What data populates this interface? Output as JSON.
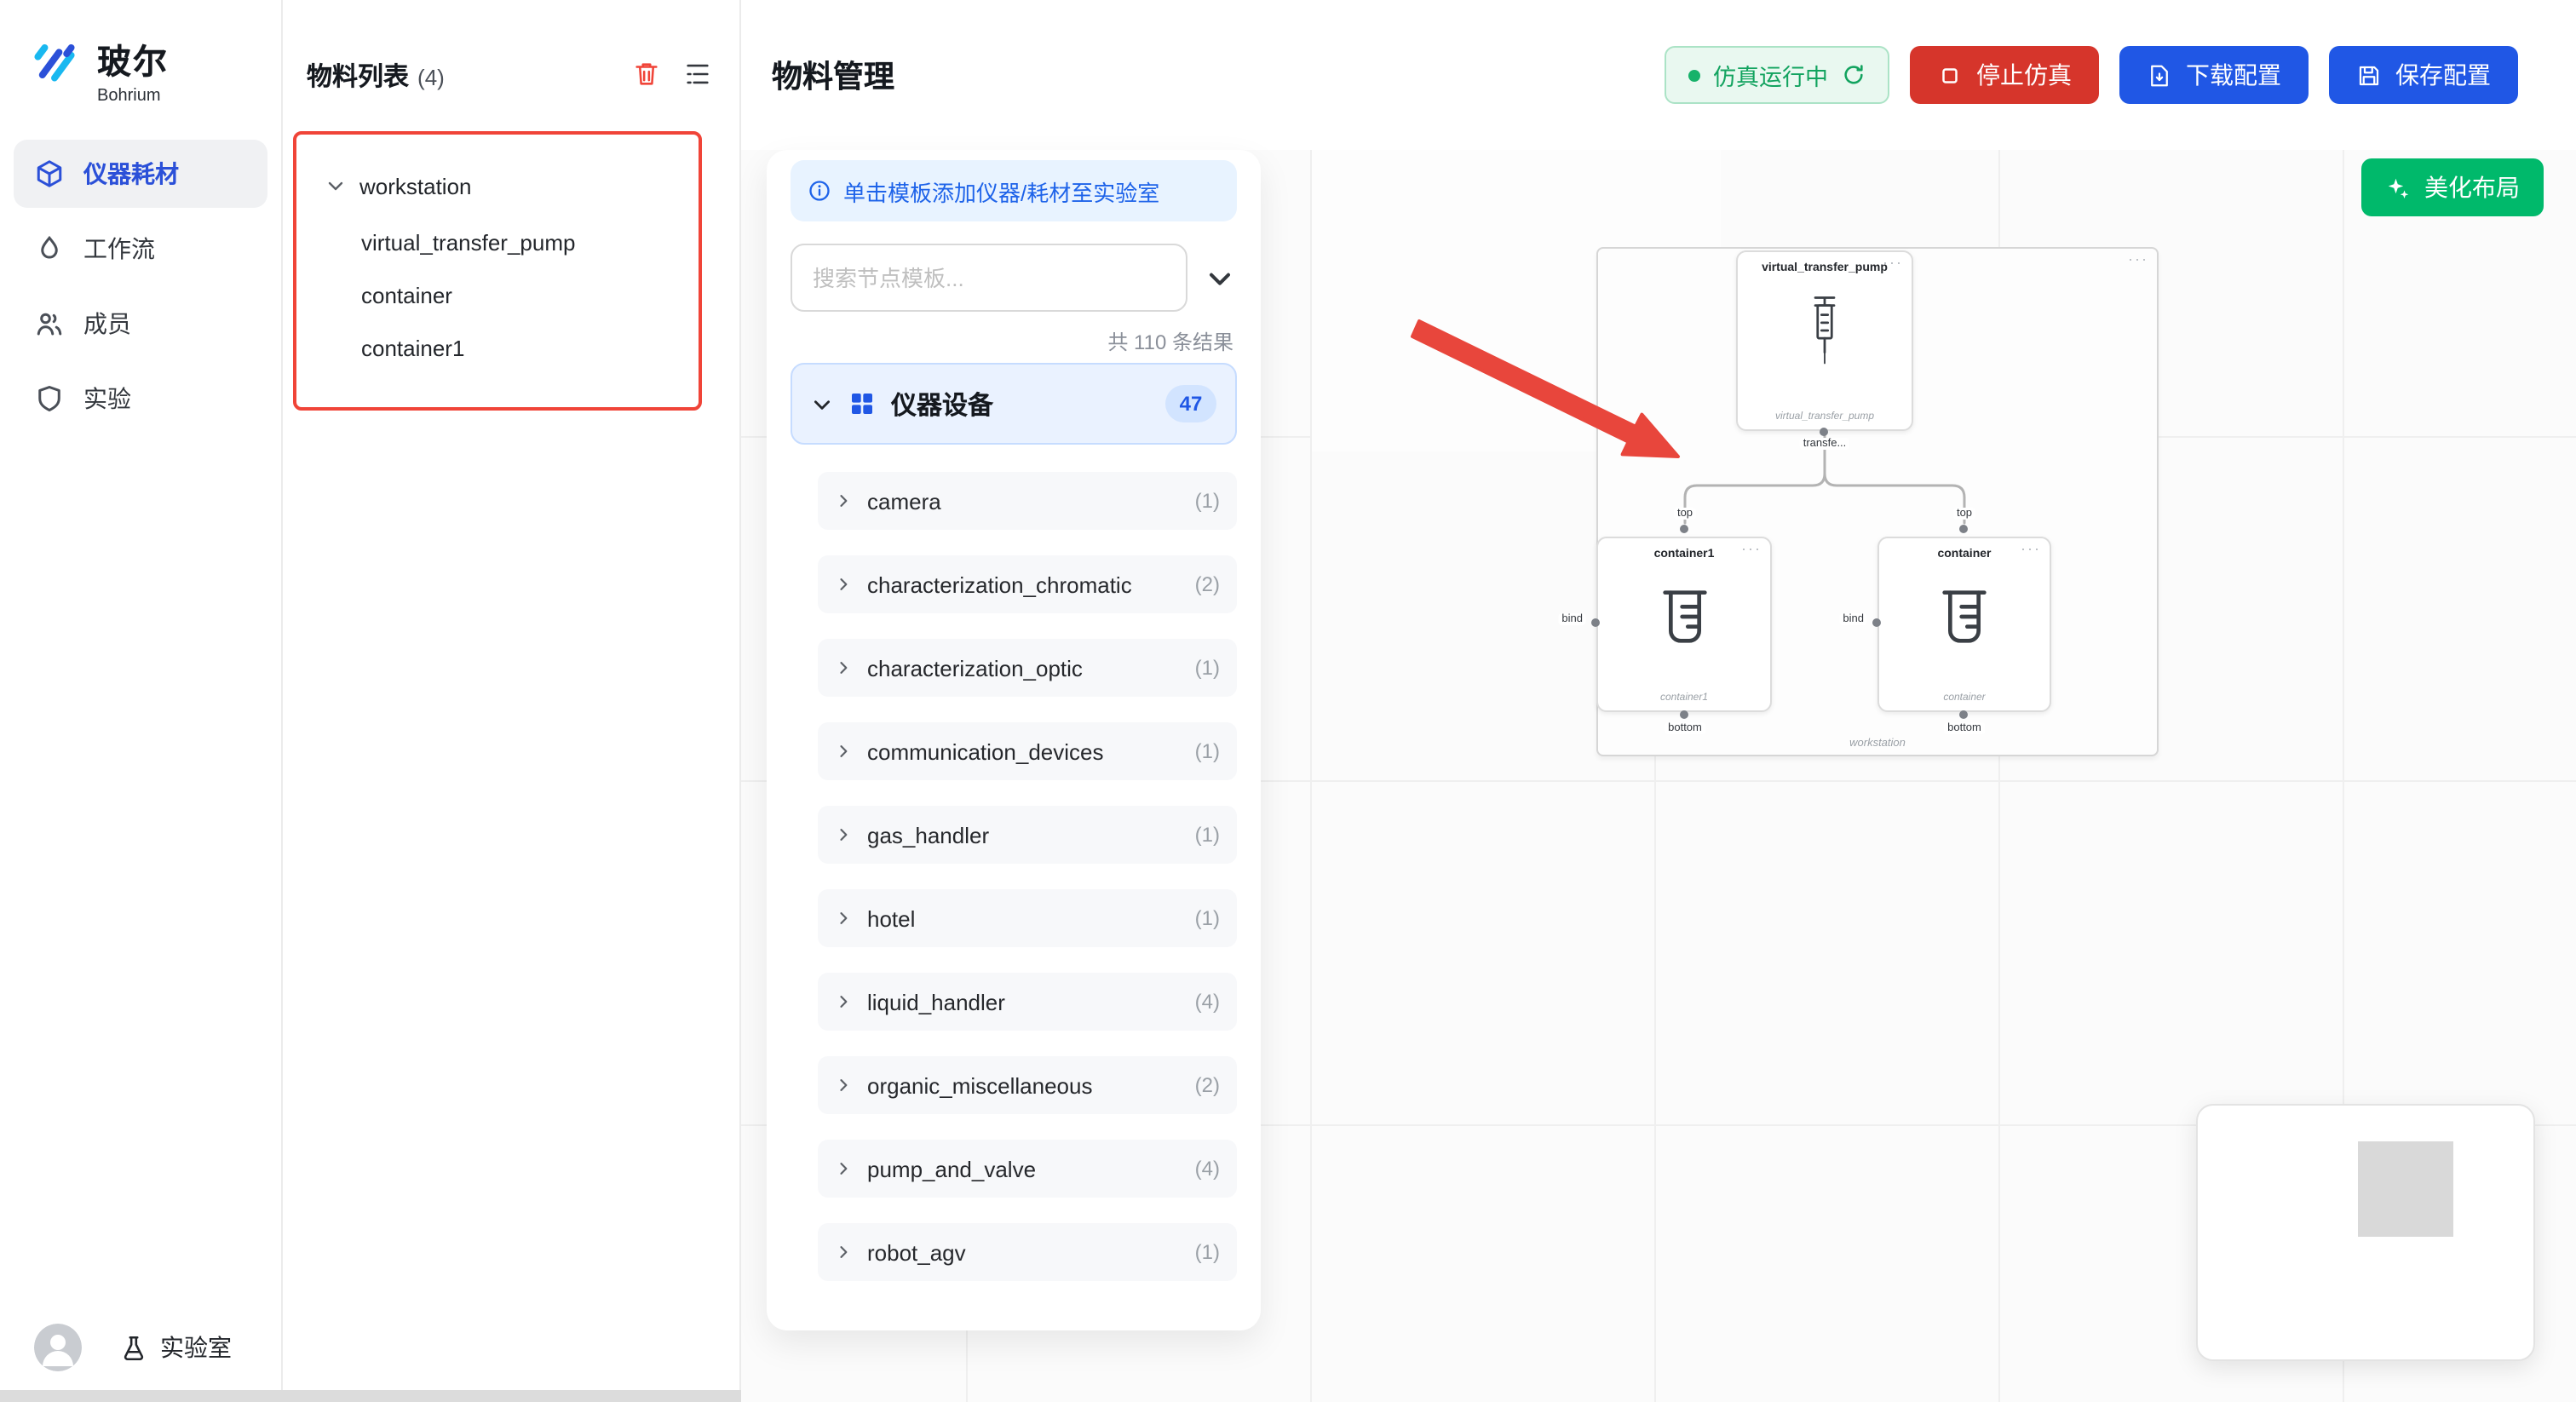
{
  "sidebar": {
    "logo_title": "玻尔",
    "logo_subtitle": "Bohrium",
    "items": [
      {
        "label": "仪器耗材"
      },
      {
        "label": "工作流"
      },
      {
        "label": "成员"
      },
      {
        "label": "实验"
      }
    ],
    "footer": {
      "lab": "实验室"
    }
  },
  "materials_panel": {
    "title": "物料列表",
    "count": "(4)",
    "tree": {
      "root": "workstation",
      "children": [
        "virtual_transfer_pump",
        "container",
        "container1"
      ]
    }
  },
  "header": {
    "title": "物料管理",
    "status_running": "仿真运行中",
    "stop_button": "停止仿真",
    "download_button": "下载配置",
    "save_button": "保存配置"
  },
  "template_panel": {
    "banner": "单击模板添加仪器/耗材至实验室",
    "search_placeholder": "搜索节点模板...",
    "results_summary": "共 110 条结果",
    "category": {
      "label": "仪器设备",
      "count": "47"
    },
    "items": [
      {
        "label": "camera",
        "count": "(1)"
      },
      {
        "label": "characterization_chromatic",
        "count": "(2)"
      },
      {
        "label": "characterization_optic",
        "count": "(1)"
      },
      {
        "label": "communication_devices",
        "count": "(1)"
      },
      {
        "label": "gas_handler",
        "count": "(1)"
      },
      {
        "label": "hotel",
        "count": "(1)"
      },
      {
        "label": "liquid_handler",
        "count": "(4)"
      },
      {
        "label": "organic_miscellaneous",
        "count": "(2)"
      },
      {
        "label": "pump_and_valve",
        "count": "(4)"
      },
      {
        "label": "robot_agv",
        "count": "(1)"
      }
    ]
  },
  "canvas": {
    "beautify_button": "美化布局",
    "group_label": "workstation",
    "nodes": {
      "pump": {
        "title": "virtual_transfer_pump",
        "subtitle": "virtual_transfer_pump",
        "out_port_label": "transfe..."
      },
      "container1": {
        "title": "container1",
        "subtitle": "container1",
        "top_label": "top",
        "bottom_label": "bottom",
        "bind_label": "bind"
      },
      "container": {
        "title": "container",
        "subtitle": "container",
        "top_label": "top",
        "bottom_label": "bottom",
        "bind_label": "bind"
      }
    }
  },
  "icons": {
    "more": "···"
  },
  "colors": {
    "accent_blue": "#2057e5",
    "danger_red": "#d6352b",
    "success_green": "#17b26a",
    "beautify_green": "#00b96b",
    "highlight_red": "#f04438"
  }
}
